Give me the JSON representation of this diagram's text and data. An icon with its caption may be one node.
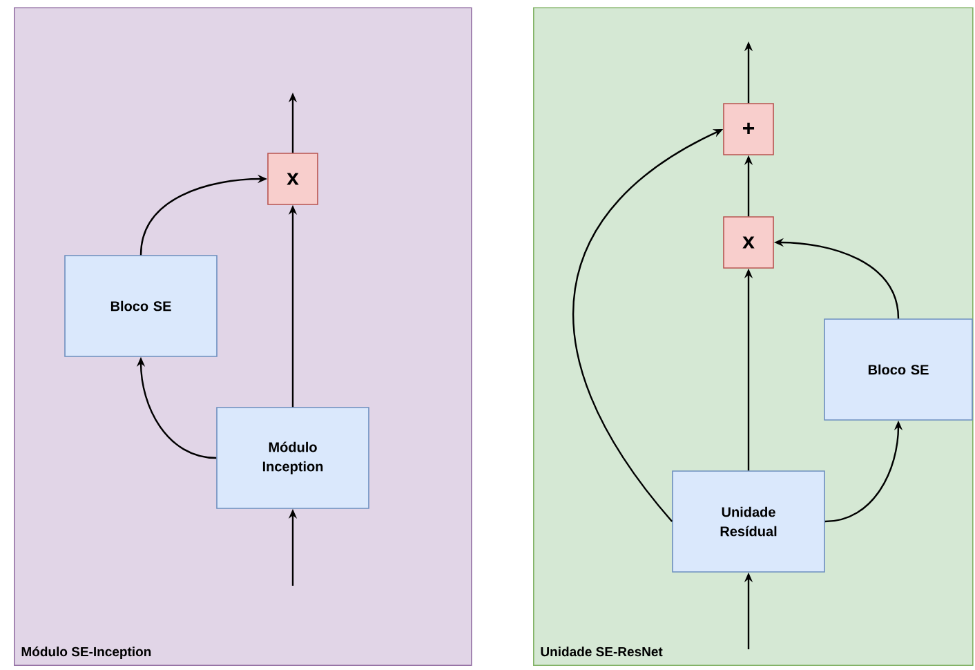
{
  "diagram": {
    "nodes": [
      {
        "text": [
          "Módulo SE-Inception"
        ]
      },
      {
        "text": [
          "x"
        ],
        "in": 0
      },
      {
        "text": [
          "Bloco SE"
        ],
        "in": 0
      },
      {
        "text": [
          "Módulo Inception"
        ],
        "in": 0
      },
      {
        "text": [
          "Unidade SE-ResNet"
        ]
      },
      {
        "text": [
          "+"
        ],
        "in": 4
      },
      {
        "text": [
          "x"
        ],
        "in": 4
      },
      {
        "text": [
          "Bloco SE"
        ],
        "in": 4
      },
      {
        "text": [
          "Unidade Resídual"
        ],
        "in": 4
      }
    ],
    "edges": [
      {
        "from": null,
        "to": 3,
        "arrow": "to"
      },
      {
        "from": 3,
        "to": 1,
        "arrow": "to"
      },
      {
        "from": 3,
        "to": 2,
        "arrow": "to"
      },
      {
        "from": 2,
        "to": 1,
        "arrow": "to"
      },
      {
        "from": 1,
        "to": null,
        "arrow": "to"
      },
      {
        "from": null,
        "to": 8,
        "arrow": "to"
      },
      {
        "from": 8,
        "to": 6,
        "arrow": "to"
      },
      {
        "from": 8,
        "to": 7,
        "arrow": "to"
      },
      {
        "from": 7,
        "to": 6,
        "arrow": "to"
      },
      {
        "from": 8,
        "to": 5,
        "arrow": "to"
      },
      {
        "from": 6,
        "to": 5,
        "arrow": "to"
      },
      {
        "from": 5,
        "to": null,
        "arrow": "to"
      }
    ]
  }
}
